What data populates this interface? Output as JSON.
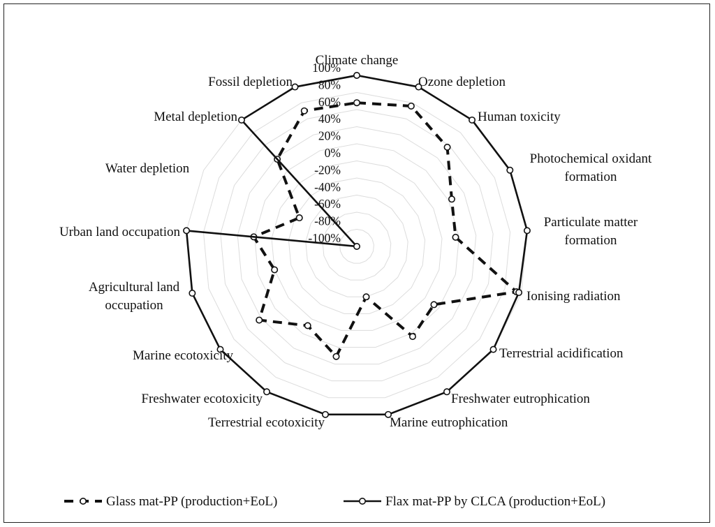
{
  "chart_data": {
    "type": "radar",
    "title": "",
    "categories": [
      "Climate change",
      "Ozone depletion",
      "Human toxicity",
      "Photochemical oxidant formation",
      "Particulate matter formation",
      "Ionising radiation",
      "Terrestrial acidification",
      "Freshwater eutrophication",
      "Marine eutrophication",
      "Terrestrial ecotoxicity",
      "Freshwater ecotoxicity",
      "Marine ecotoxicity",
      "Agricultural land occupation",
      "Urban land occupation",
      "Water depletion",
      "Metal depletion",
      "Fossil depletion"
    ],
    "ticks": [
      "100%",
      "80%",
      "60%",
      "40%",
      "20%",
      "0%",
      "-20%",
      "-40%",
      "-60%",
      "-80%",
      "-100%"
    ],
    "rlim": [
      -100,
      100
    ],
    "grid": true,
    "legend_position": "bottom",
    "series": [
      {
        "name": "Glass mat-PP (production+EoL)",
        "style": "dashed",
        "color": "#111111",
        "values": [
          68,
          76,
          57,
          24,
          16,
          94,
          13,
          24,
          -40,
          31,
          9,
          43,
          0,
          21,
          -25,
          38,
          70
        ]
      },
      {
        "name": "Flax mat-PP by CLCA (production+EoL)",
        "style": "solid",
        "color": "#111111",
        "values": [
          100,
          100,
          100,
          100,
          100,
          97,
          100,
          100,
          100,
          100,
          100,
          100,
          100,
          100,
          -100,
          100,
          100
        ]
      }
    ]
  }
}
